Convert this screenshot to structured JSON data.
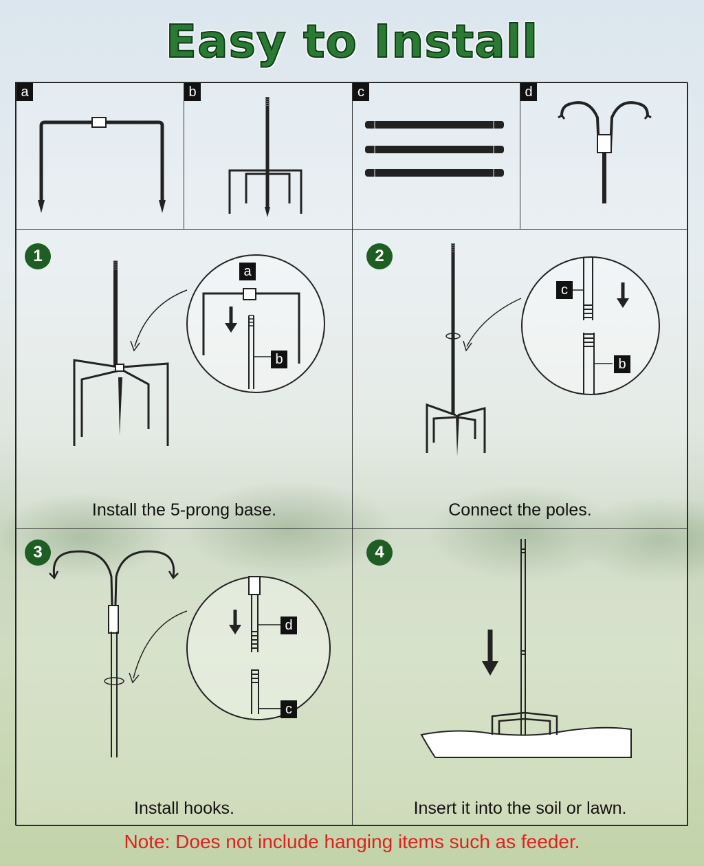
{
  "title": "Easy to Install",
  "parts": [
    {
      "letter": "a",
      "name": "crossbar stabilizer"
    },
    {
      "letter": "b",
      "name": "5-prong base"
    },
    {
      "letter": "c",
      "name": "extension poles"
    },
    {
      "letter": "d",
      "name": "double hook"
    }
  ],
  "steps": [
    {
      "number": "1",
      "caption": "Install the 5-prong base.",
      "callouts": [
        "a",
        "b"
      ]
    },
    {
      "number": "2",
      "caption": "Connect the poles.",
      "callouts": [
        "c",
        "b"
      ]
    },
    {
      "number": "3",
      "caption": "Install hooks.",
      "callouts": [
        "d",
        "c"
      ]
    },
    {
      "number": "4",
      "caption": "Insert it into the soil or lawn."
    }
  ],
  "note": "Note: Does not include hanging items such as feeder.",
  "colors": {
    "title_fill": "#2a7a34",
    "title_stroke": "#0f3d18",
    "step_badge": "#1e5e22",
    "note": "#e02020"
  }
}
